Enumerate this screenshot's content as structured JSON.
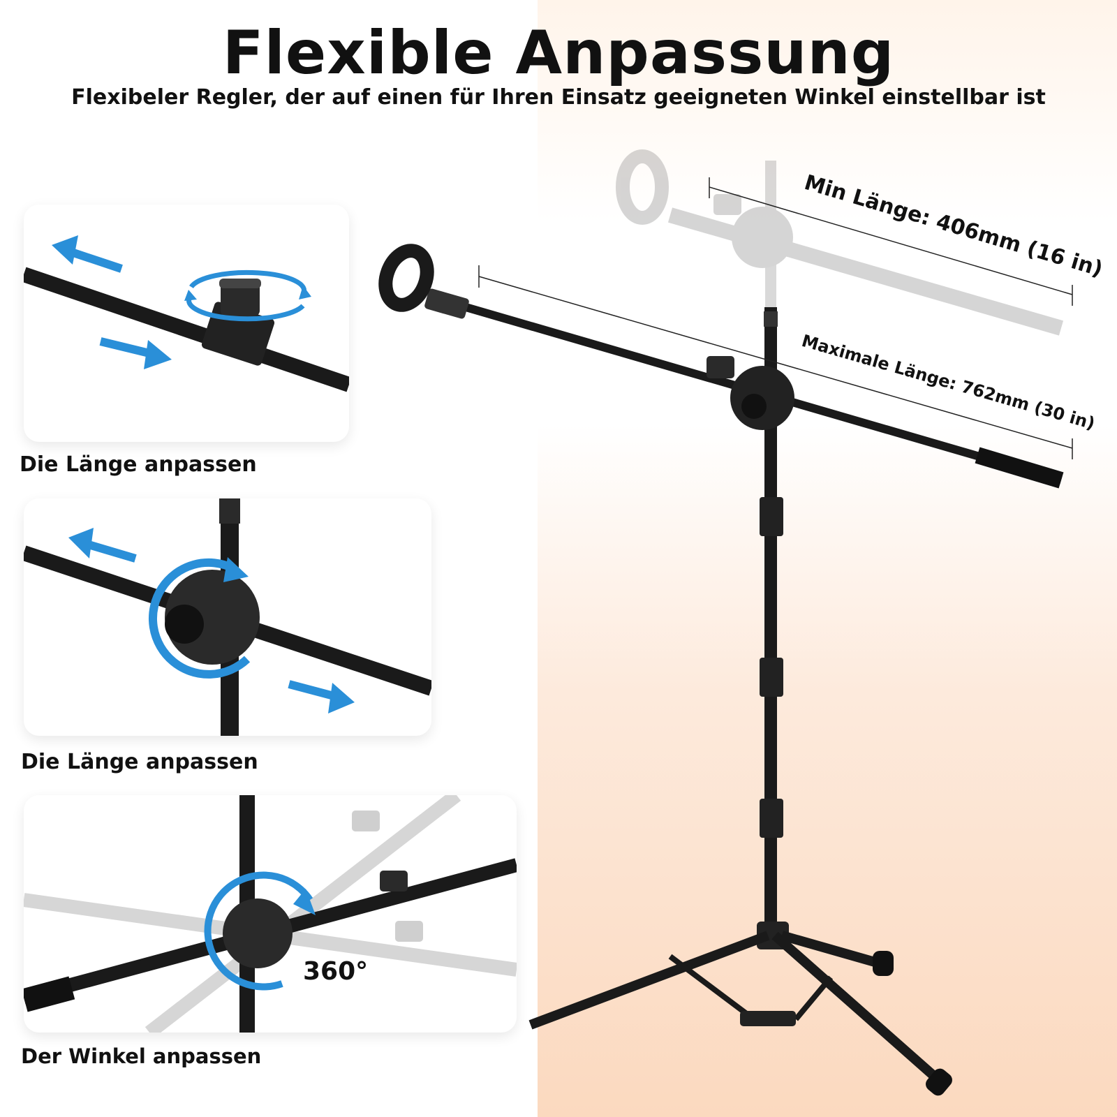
{
  "header": {
    "title": "Flexible Anpassung",
    "subtitle": "Flexibeler Regler, der auf einen für Ihren Einsatz geeigneten Winkel einstellbar ist"
  },
  "features": [
    {
      "caption": "Die Länge anpassen"
    },
    {
      "caption": "Die Länge anpassen"
    },
    {
      "caption": "Der Winkel anpassen",
      "badge": "360°"
    }
  ],
  "dimensions": {
    "min": "Min Länge: 406mm (16 in)",
    "max": "Maximale Länge: 762mm (30 in)"
  },
  "colors": {
    "arrow": "#2a8fd8",
    "metal": "#1a1a1a",
    "warm_bg": "#fbd9bf"
  }
}
